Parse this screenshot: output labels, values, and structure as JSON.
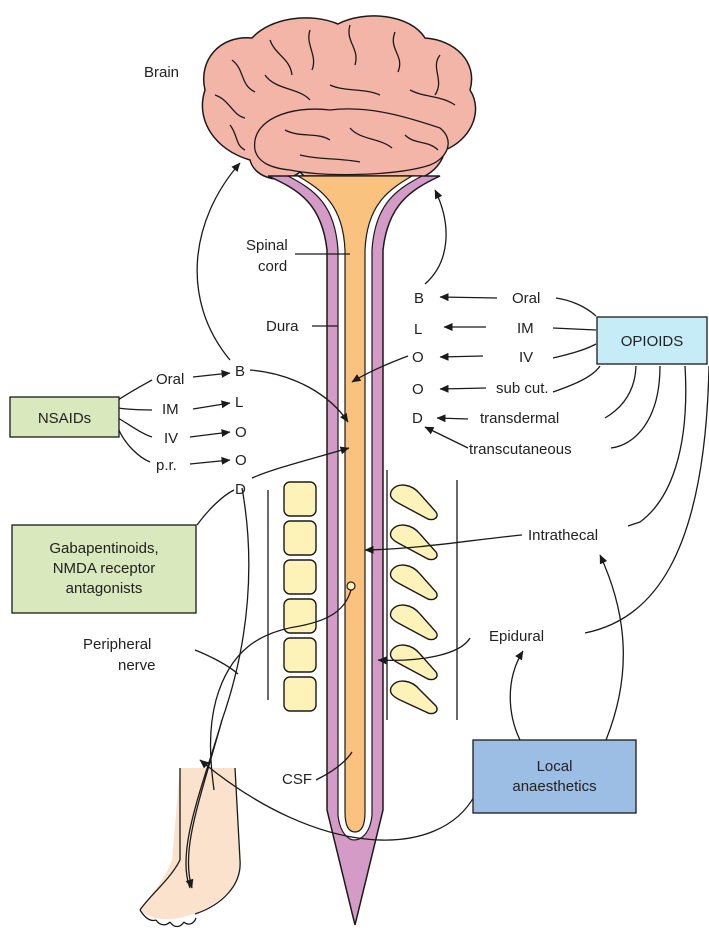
{
  "labels": {
    "brain": "Brain",
    "spinal_cord_1": "Spinal",
    "spinal_cord_2": "cord",
    "dura": "Dura",
    "csf": "CSF",
    "peripheral_nerve_1": "Peripheral",
    "peripheral_nerve_2": "nerve",
    "intrathecal": "Intrathecal",
    "epidural": "Epidural"
  },
  "nsaids": {
    "box_label": "NSAIDs",
    "routes": [
      "Oral",
      "IM",
      "IV",
      "p.r."
    ],
    "letters": [
      "B",
      "L",
      "O",
      "O",
      "D"
    ]
  },
  "opioids": {
    "box_label": "OPIOIDS",
    "routes": [
      "Oral",
      "IM",
      "IV",
      "sub cut.",
      "transdermal",
      "transcutaneous"
    ],
    "letters": [
      "B",
      "L",
      "O",
      "O",
      "D"
    ]
  },
  "gabapentinoids": {
    "line1": "Gabapentinoids,",
    "line2": "NMDA receptor",
    "line3": "antagonists"
  },
  "local_anaesthetics": {
    "line1": "Local",
    "line2": "anaesthetics"
  },
  "colors": {
    "brain": "#f4b5a9",
    "cord": "#f9c27e",
    "dura": "#d49bc6",
    "vertebra": "#fdf3b8",
    "nsaid_box": "#d9e8bd",
    "opioid_box": "#c6ecf8",
    "la_box": "#9cbde4",
    "skin": "#fbe2cc"
  }
}
